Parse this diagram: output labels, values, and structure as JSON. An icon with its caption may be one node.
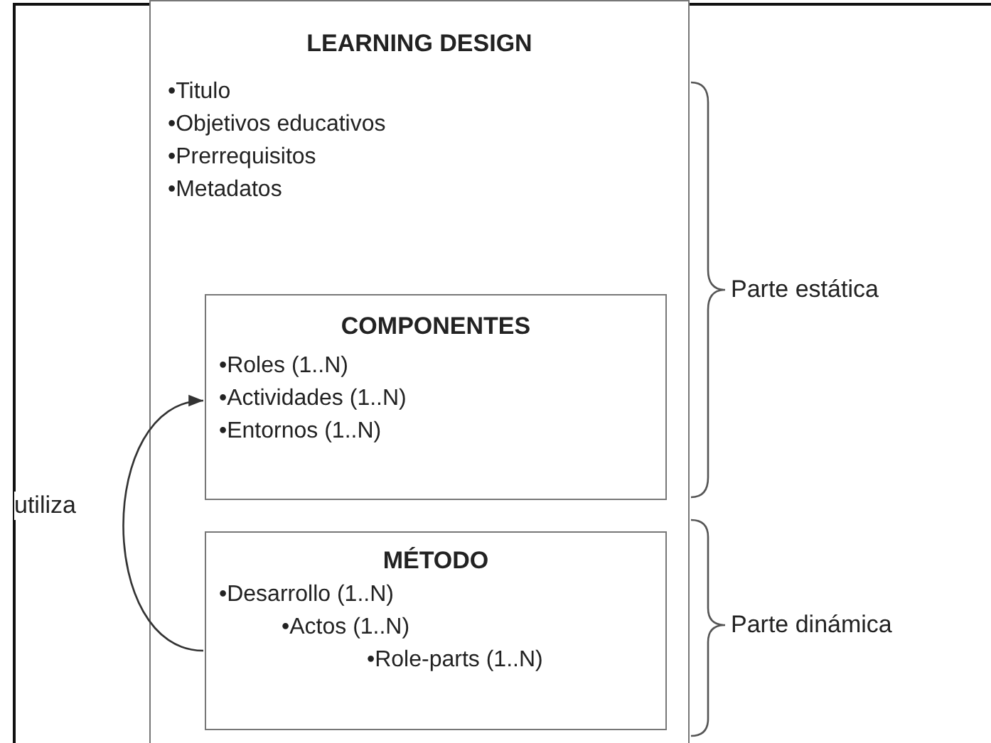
{
  "diagram": {
    "nodes": [
      {
        "text": [
          "LEARNING DESIGN",
          "•Titulo",
          "•Objetivos educativos",
          "•Prerrequisitos",
          "•Metadatos"
        ]
      },
      {
        "text": [
          "COMPONENTES",
          "•Roles (1..N)",
          "•Actividades (1..N)",
          "•Entornos (1..N)"
        ],
        "in": 0
      },
      {
        "text": [
          "MÉTODO",
          "•Desarrollo (1..N)",
          "•Actos (1..N)",
          "•Role-parts (1..N)"
        ],
        "in": 0
      }
    ],
    "edges": [
      {
        "from": 2,
        "to": 1,
        "arrow": "to",
        "label": "utiliza"
      }
    ],
    "labels": [
      "Parte estática",
      "Parte dinámica"
    ]
  }
}
